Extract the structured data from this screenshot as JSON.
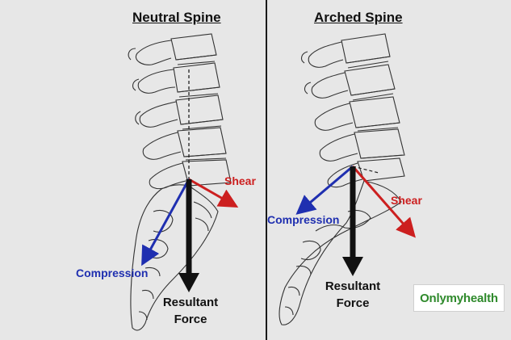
{
  "left_panel": {
    "title": "Neutral Spine",
    "shear_label": "Shear",
    "compression_label": "Compression",
    "resultant_line1": "Resultant",
    "resultant_line2": "Force"
  },
  "right_panel": {
    "title": "Arched Spine",
    "shear_label": "Shear",
    "compression_label": "Compression",
    "resultant_line1": "Resultant",
    "resultant_line2": "Force"
  },
  "logo": {
    "text": "Onlymyhealth"
  },
  "colors": {
    "background": "#e7e7e7",
    "shear": "#cc1f1f",
    "compression": "#1f2fb0",
    "resultant": "#111111",
    "logo": "#2f8a2c",
    "divider": "#1a1a1a"
  }
}
